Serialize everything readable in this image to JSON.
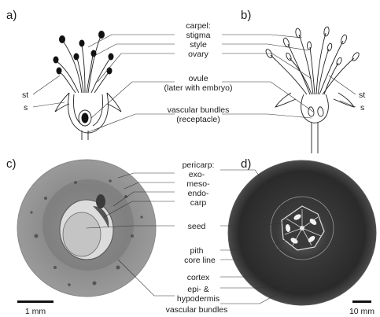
{
  "panels": {
    "a": "a)",
    "b": "b)",
    "c": "c)",
    "d": "d)"
  },
  "top_labels": {
    "carpel": "carpel:",
    "stigma": "stigma",
    "style": "style",
    "ovary": "ovary",
    "ovule": "ovule",
    "ovule_note": "(later with embryo)",
    "vascular": "vascular bundles",
    "receptacle": "(receptacle)"
  },
  "side_labels": {
    "a_stamen": "st",
    "a_sepal": "s",
    "b_stamen": "st",
    "b_sepal": "s"
  },
  "bottom_labels": {
    "pericarp": "pericarp:",
    "exo": "exo-",
    "meso": "meso-",
    "endo": "endo-",
    "carp": "carp",
    "seed": "seed",
    "pith": "pith",
    "core_line": "core line",
    "cortex": "cortex",
    "epi": "epi- &",
    "hypodermis": "hypodermis",
    "vascular": "vascular bundles"
  },
  "scale_bars": {
    "c": "1 mm",
    "d": "10 mm"
  },
  "colors": {
    "ink": "#222222",
    "pericarp_gray": "#8a8a8a",
    "apple_dark": "#2e2e2e"
  }
}
